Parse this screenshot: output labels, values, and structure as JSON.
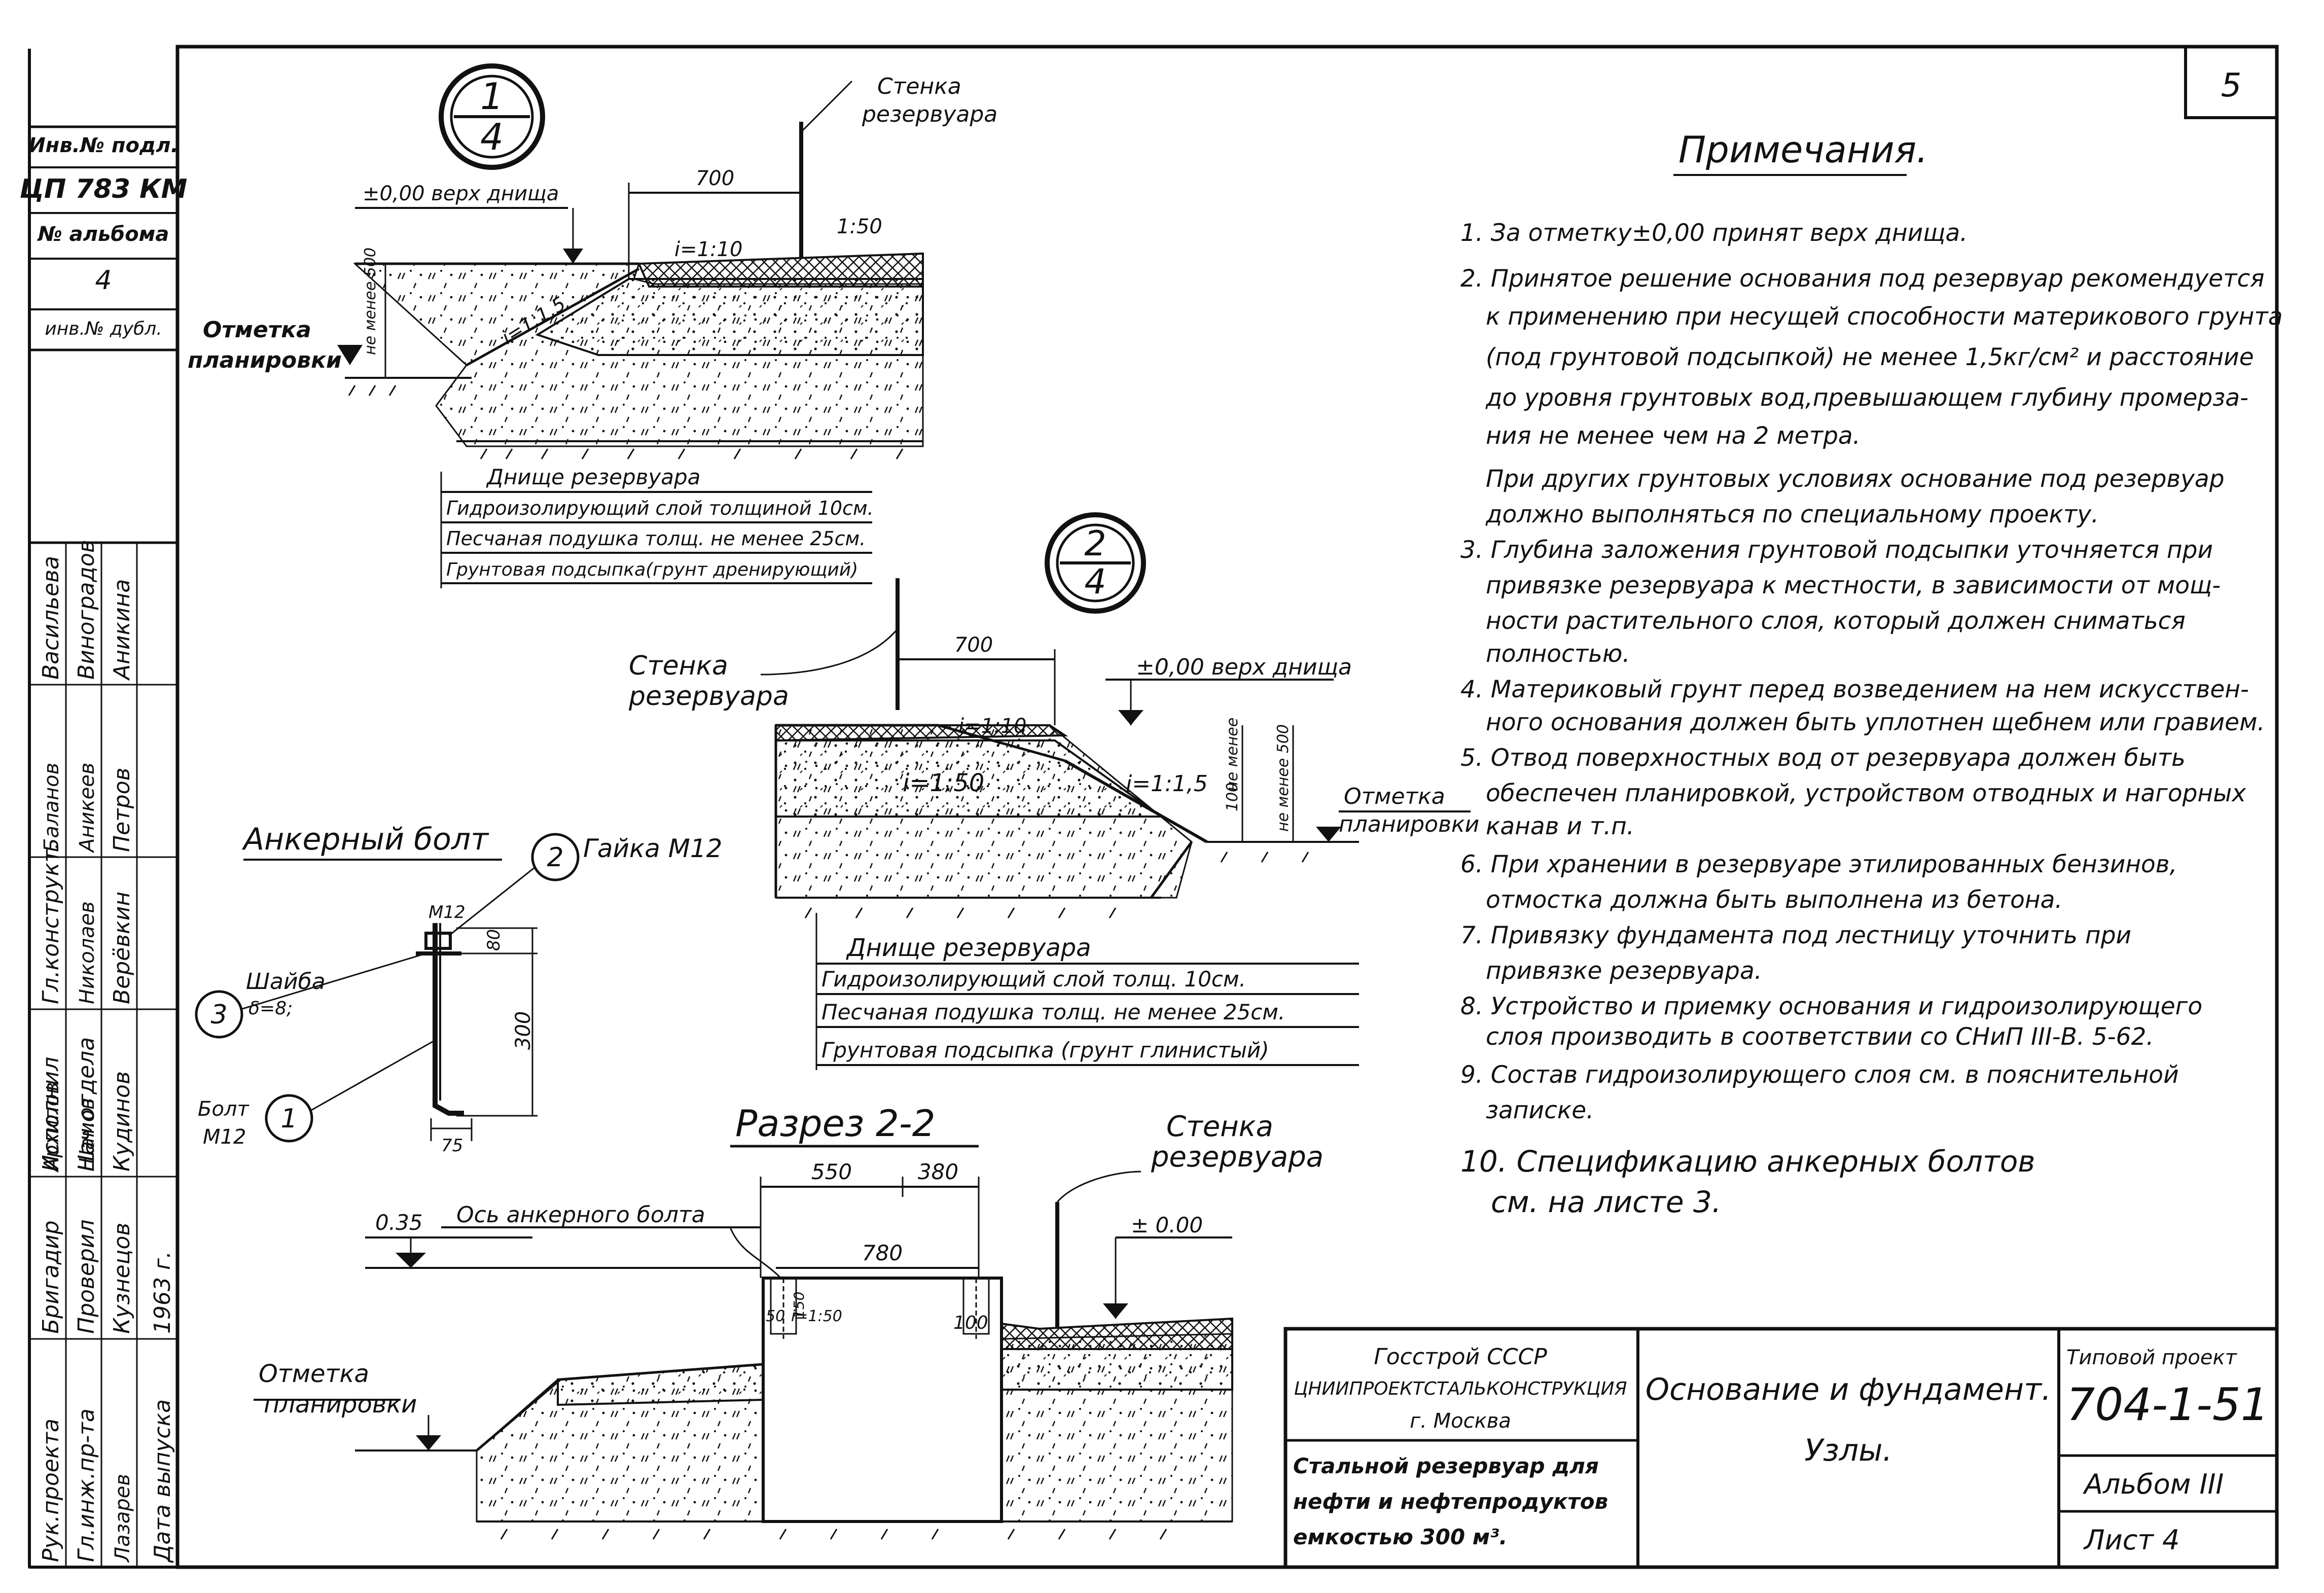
{
  "sheet": {
    "page_number": "5",
    "side_stamp": {
      "top_lines": [
        "Инв.№ подл.",
        "ЦП 783 КМ",
        "№ альбома",
        "4",
        "инв.№ дубл."
      ],
      "roles": [
        "Рук.проекта",
        "Гл.инж.пр-та",
        "Бригадир",
        "Проверил",
        "Исполнил",
        "Нач.отдела",
        "Гл.конструкт.",
        "Дата выпуска"
      ],
      "names": [
        "Васильева",
        "Виноградов",
        "Аникина",
        "Кузнецов",
        "Кудинов",
        "Верёвкин",
        "Петров",
        "1963 г."
      ],
      "second_names": [
        "Аникеев",
        "Николаев",
        "Баланов",
        "Шамов",
        "Архипов",
        "Лазарев"
      ]
    }
  },
  "node1": {
    "mark_top": "1",
    "mark_bottom": "4",
    "wall_label": [
      "Стенка",
      "резервуара"
    ],
    "dim_700": "700",
    "level_label": "±0,00 верх днища",
    "slope_1_10": "i=1:10",
    "slope_1_50": "1:50",
    "slope_1_15": "i=1:1,5",
    "dim_vertical": "не менее 500",
    "planning_label": [
      "Отметка",
      "планировки"
    ],
    "legend": [
      "Днище резервуара",
      "Гидроизолирующий слой толщиной 10см.",
      "Песчаная подушка толщ. не менее 25см.",
      "Грунтовая подсыпка(грунт дренирующий)"
    ]
  },
  "node2": {
    "mark_top": "2",
    "mark_bottom": "4",
    "wall_label": [
      "Стенка",
      "резервуара"
    ],
    "dim_700": "700",
    "level_label": "±0,00 верх днища",
    "slope_1_10": "i=1:10",
    "slope_1_50": "i=1:50",
    "slope_1_15": "i=1:1,5",
    "dim_100": "100",
    "dim_500": "не менее 500",
    "dim_side": "не менее",
    "planning_label": [
      "Отметка",
      "планировки"
    ],
    "legend": [
      "Днище резервуара",
      "Гидроизолирующий слой толщ. 10см.",
      "Песчаная подушка толщ. не менее 25см.",
      "Грунтовая подсыпка (грунт глинистый)"
    ]
  },
  "anchor": {
    "title": "Анкерный болт",
    "nut_label": "Гайка М12",
    "nut_num": "2",
    "washer_label": "Шайба",
    "washer_sub": "δ=8;",
    "washer_num": "3",
    "bolt_label": "Болт",
    "bolt_sub": "М12",
    "bolt_num": "1",
    "m12": "М12",
    "dim_80": "80",
    "dim_300": "300",
    "dim_75": "75"
  },
  "section": {
    "title": "Разрез 2-2",
    "wall_label": [
      "Стенка",
      "резервуара"
    ],
    "dim_550": "550",
    "dim_380": "380",
    "dim_780": "780",
    "level_035": "0.35",
    "level_000": "± 0.00",
    "axis_label": "Ось анкерного болта",
    "dim_50": "50",
    "dim_150": "150",
    "dim_100": "100",
    "slope": "i=1:50",
    "planning_label": [
      "Отметка",
      "планировки"
    ]
  },
  "notes": {
    "title": "Примечания.",
    "items": [
      "1. За отметку±0,00 принят верх днища.",
      "2. Принятое   решение основания под резервуар рекомендуется",
      "к применению при несущей способности материкового грунта",
      "(под грунтовой подсыпкой) не менее 1,5кг/см² и расстояние",
      "до уровня грунтовых вод,превышающем глубину промерза-",
      "ния не менее чем на 2 метра.",
      "При других грунтовых условиях основание под резервуар",
      "должно выполняться по специальному проекту.",
      "3. Глубина заложения грунтовой подсыпки уточняется при",
      "привязке резервуара к местности, в зависимости от мощ-",
      "ности растительного слоя, который должен сниматься",
      "полностью.",
      "4. Материковый грунт перед возведением на нем искусствен-",
      "ного  основания должен быть уплотнен щебнем или гравием.",
      "5. Отвод поверхностных вод от резервуара должен быть",
      "обеспечен планировкой, устройством отводных и нагорных",
      "канав и т.п.",
      "6. При хранении в резервуаре этилированных бензинов,",
      "отмостка  должна быть выполнена из бетона.",
      "7. Привязку  фундамента под лестницу уточнить при",
      "привязке  резервуара.",
      "8. Устройство  и приемку  основания и гидроизолирующего",
      "слоя  производить в соответствии со СНиП III-В. 5-62.",
      "9. Состав гидроизолирующего слоя см. в пояснительной",
      "записке.",
      "10. Спецификацию анкерных  болтов",
      "см.  на  листе  3."
    ]
  },
  "title_block": {
    "org_line1": "Госстрой СССР",
    "org_line2": "ЦНИИПРОЕКТСТАЛЬКОНСТРУКЦИЯ",
    "org_line3": "г. Москва",
    "object_lines": [
      "Стальной резервуар для",
      "нефти и нефтепродуктов",
      "емкостью 300 м³."
    ],
    "sheet_title": "Основание и фундамент.",
    "sheet_subtitle": "Узлы.",
    "project_label": "Типовой проект",
    "project_number": "704-1-51",
    "album_label": "Альбом III",
    "sheet_label": "Лист 4"
  }
}
